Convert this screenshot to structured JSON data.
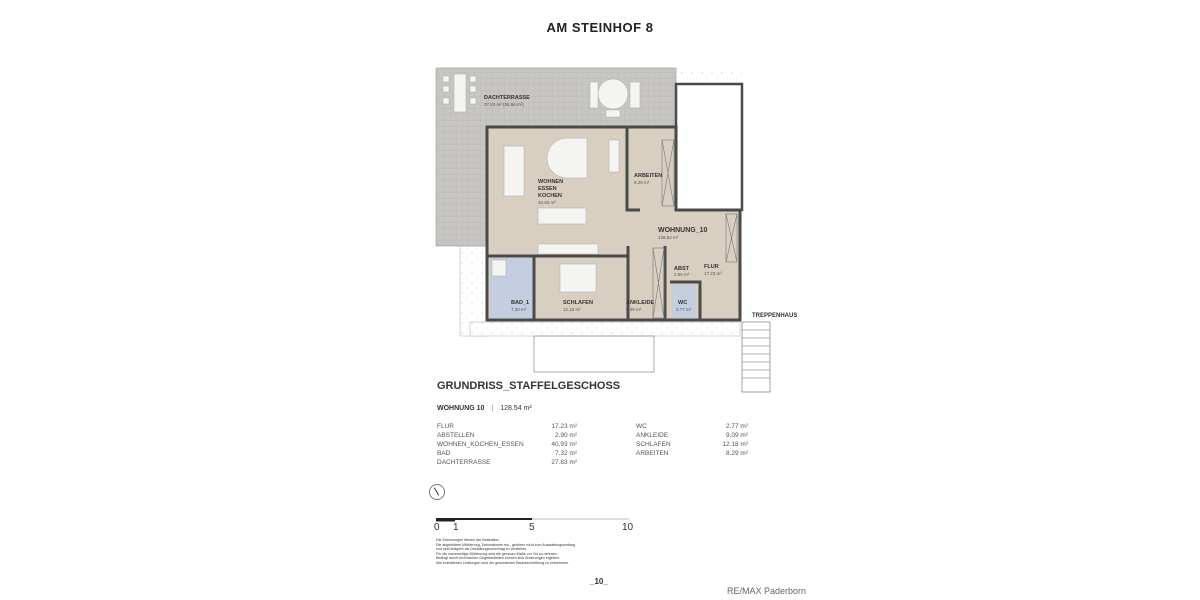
{
  "title": "AM STEINHOF 8",
  "plan": {
    "rooms": {
      "dachterrasse": {
        "label": "DACHTERRASSE",
        "area": "27.83 m² (55.66 m²)"
      },
      "wohnen": {
        "label1": "WOHNEN",
        "label2": "ESSEN",
        "label3": "KOCHEN",
        "area": "40.93 m²"
      },
      "arbeiten": {
        "label": "ARBEITEN",
        "area": "8.29 m²"
      },
      "wohnung": {
        "label": "WOHNUNG_10",
        "area": "128.54 m²"
      },
      "flur": {
        "label": "FLUR",
        "area": "17.23 m²"
      },
      "abst": {
        "label": "ABST",
        "area": "2.90 m²"
      },
      "bad": {
        "label": "BAD_1",
        "area": "7.32 m²"
      },
      "schlafen": {
        "label": "SCHLAFEN",
        "area": "12.18 m²"
      },
      "ankleide": {
        "label": "ANKLEIDE",
        "area": "9.09 m²"
      },
      "wc": {
        "label": "WC",
        "area": "2.77 m²"
      },
      "treppenhaus": {
        "label": "TREPPENHAUS"
      }
    },
    "colors": {
      "living": "#d9cfc1",
      "wet": "#c5cde0",
      "terrace": "#c8c6c2",
      "wall": "#4a4a4a"
    }
  },
  "subtitle": "GRUNDRISS_STAFFELGESCHOSS",
  "unit": {
    "name": "WOHNUNG 10",
    "separator": "|",
    "total": "128.54 m²"
  },
  "rooms_left": [
    {
      "name": "FLUR",
      "area": "17.23 m²"
    },
    {
      "name": "ABSTELLEN",
      "area": "2.90 m²"
    },
    {
      "name": "WOHNEN_KOCHEN_ESSEN",
      "area": "40.93 m²"
    },
    {
      "name": "BAD",
      "area": "7.32 m²"
    },
    {
      "name": "DACHTERRASSE",
      "area": "27.83 m²"
    }
  ],
  "rooms_right": [
    {
      "name": "WC",
      "area": "2.77 m²"
    },
    {
      "name": "ANKLEIDE",
      "area": "9.09 m²"
    },
    {
      "name": "SCHLAFEN",
      "area": "12.18 m²"
    },
    {
      "name": "ARBEITEN",
      "area": "8.29 m²"
    }
  ],
  "scale": {
    "ticks": [
      "0",
      "1",
      "5",
      "10"
    ]
  },
  "disclaimer": [
    "Die Zeichnungen dienen der Illustration.",
    "Die abgebildete Möblierung, Dekorationen etc., gehören nicht zum Ausstattungsumfang",
    "und sind lediglich als Gestaltungsvorschlag zu verstehen.",
    "Für die nutzerseitige Möblierung sind die genauen Maße vor Ort zu nehmen.",
    "Bedingt durch technischen Gegebenheiten können sich Änderungen ergeben.",
    "Alle enthaltenen Leistungen sind der gesonderten Baubeschreibung zu entnehmen."
  ],
  "page_number": "_10_",
  "brand": "RE/MAX Paderborn"
}
